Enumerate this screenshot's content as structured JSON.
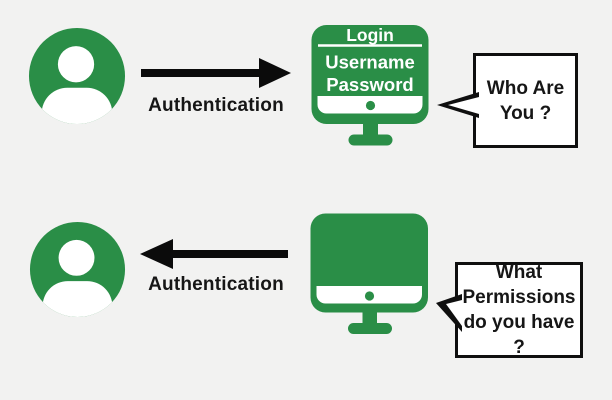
{
  "colors": {
    "green": "#2a8e47",
    "background": "#f2f2f1",
    "arrow_black": "#0b0b0b",
    "bubble_border": "#0f0f0f",
    "text_dark": "#161616",
    "white": "#ffffff"
  },
  "top_row": {
    "arrow_label": "Authentication",
    "arrow_direction": "right",
    "monitor": {
      "title": "Login",
      "field1": "Username",
      "field2": "Password"
    },
    "bubble": {
      "lines": [
        "Who Are",
        "You ?"
      ]
    }
  },
  "bottom_row": {
    "arrow_label": "Authentication",
    "arrow_direction": "left",
    "monitor": {
      "title": "",
      "field1": "",
      "field2": ""
    },
    "bubble": {
      "lines": [
        "What",
        "Permissions",
        "do you have",
        "?"
      ]
    }
  }
}
